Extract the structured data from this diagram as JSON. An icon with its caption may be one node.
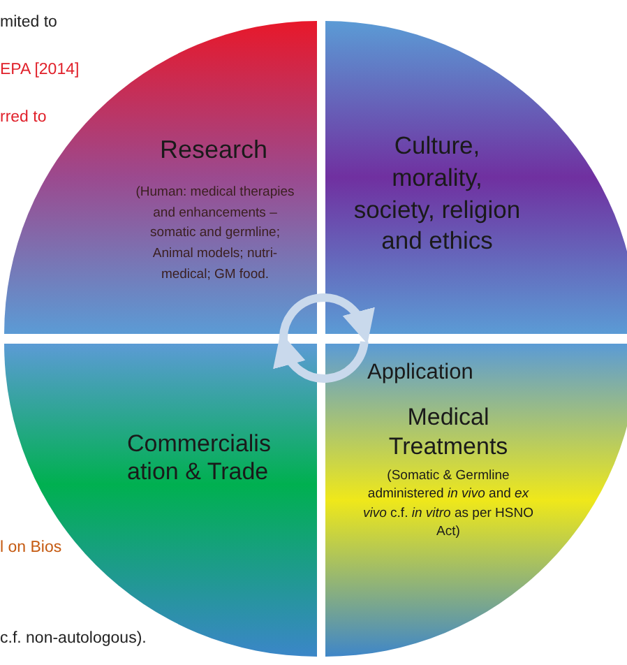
{
  "diagram": {
    "nodes": [
      {
        "text": [
          "Research",
          "(Human: medical therapies and enhancements – somatic and germline; Animal models; nutri-medical; GM food."
        ]
      },
      {
        "text": [
          "Culture, morality, society, religion and ethics"
        ]
      },
      {
        "text": [
          "Commercialisation & Trade"
        ]
      },
      {
        "text": [
          "Application",
          "Medical Treatments",
          "(Somatic & Germline administered *in vivo* and *ex vivo* c.f. *in vitro* as per HSNO Act)"
        ]
      }
    ],
    "edges": [
      {
        "from": 0,
        "to": 1,
        "arrow": "to"
      },
      {
        "from": 3,
        "to": 2,
        "arrow": "to"
      }
    ],
    "labels": [
      "mited to",
      "EPA [2014]",
      "rred to",
      "l on Bios",
      "c.f. non-autologous)."
    ]
  }
}
